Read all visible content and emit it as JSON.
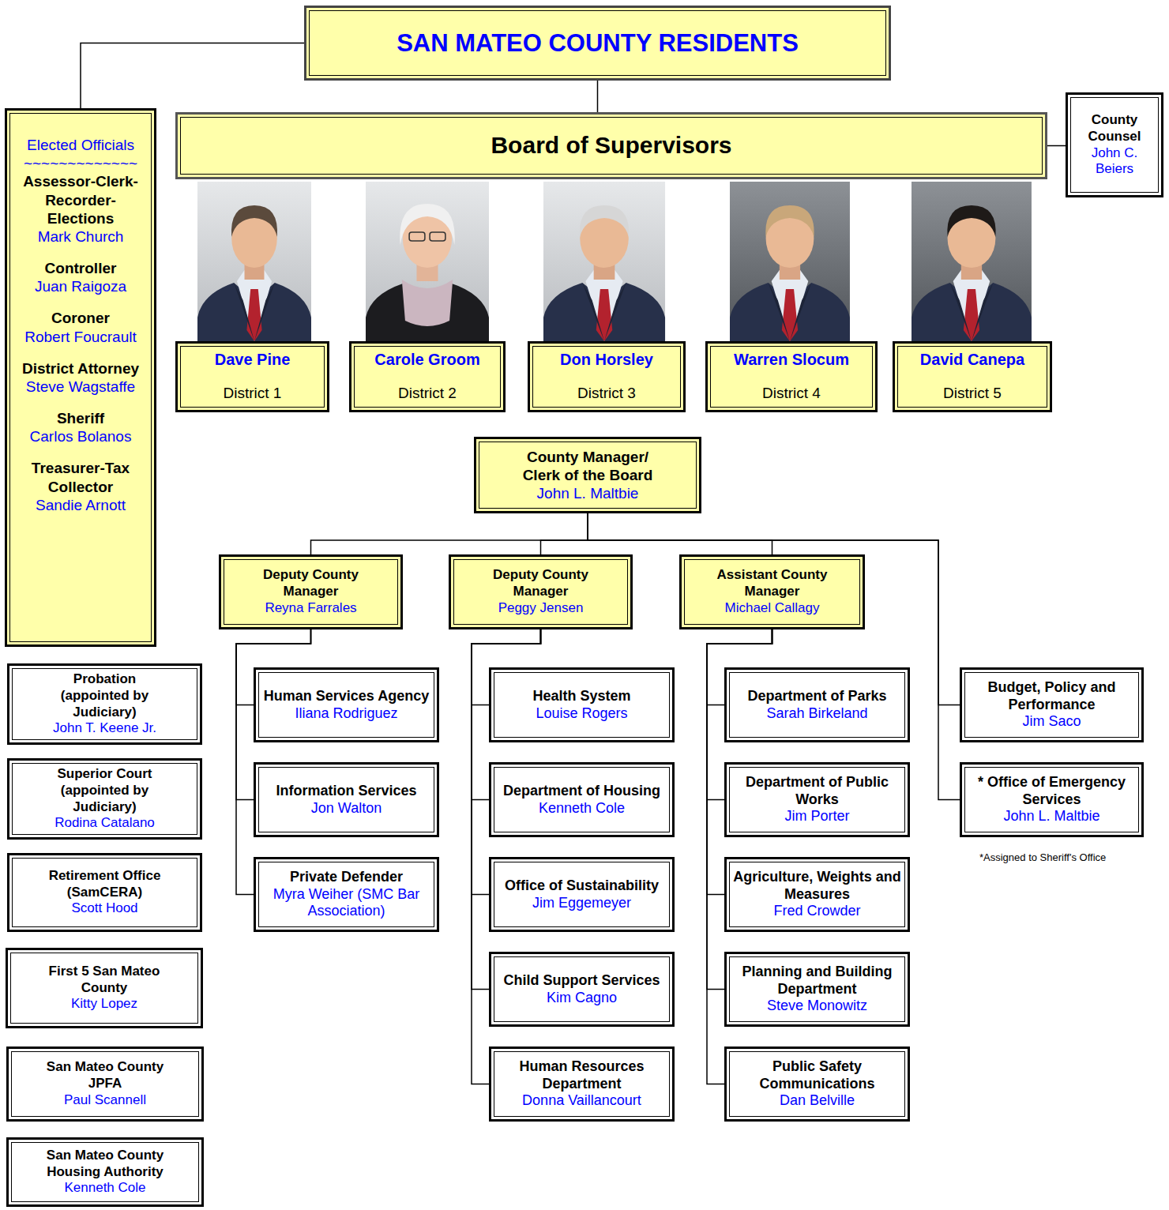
{
  "diagram": {
    "nodes": [
      {
        "text": [
          "SAN MATEO COUNTY RESIDENTS"
        ]
      },
      {
        "text": [
          "Elected Officials",
          "~~~~~~~~~~~~~",
          "Assessor-Clerk-Recorder-Elections",
          "Mark Church",
          "Controller",
          "Juan Raigoza",
          "Coroner",
          "Robert Foucrault",
          "District Attorney",
          "Steve Wagstaffe",
          "Sheriff",
          "Carlos Bolanos",
          "Treasurer-Tax Collector",
          "Sandie Arnott"
        ]
      },
      {
        "text": [
          "Board of Supervisors"
        ]
      },
      {
        "text": [
          "Dave Pine",
          "District 1"
        ]
      },
      {
        "text": [
          "Carole Groom",
          "District 2"
        ]
      },
      {
        "text": [
          "Don Horsley",
          "District 3"
        ]
      },
      {
        "text": [
          "Warren Slocum",
          "District 4"
        ]
      },
      {
        "text": [
          "David Canepa",
          "District 5"
        ]
      },
      {
        "text": [
          "County Counsel",
          "John C. Beiers"
        ]
      },
      {
        "text": [
          "County Manager/ Clerk of the Board",
          "John L. Maltbie"
        ]
      },
      {
        "text": [
          "Deputy County Manager",
          "Reyna Farrales"
        ]
      },
      {
        "text": [
          "Deputy County Manager",
          "Peggy Jensen"
        ]
      },
      {
        "text": [
          "Assistant County Manager",
          "Michael Callagy"
        ]
      },
      {
        "text": [
          "Human Services Agency",
          "Iliana Rodriguez"
        ]
      },
      {
        "text": [
          "Information Services",
          "Jon Walton"
        ]
      },
      {
        "text": [
          "Private Defender",
          "Myra Weiher (SMC Bar Association)"
        ]
      },
      {
        "text": [
          "Health System",
          "Louise Rogers"
        ]
      },
      {
        "text": [
          "Department of Housing",
          "Kenneth Cole"
        ]
      },
      {
        "text": [
          "Office of Sustainability",
          "Jim Eggemeyer"
        ]
      },
      {
        "text": [
          "Child Support Services",
          "Kim Cagno"
        ]
      },
      {
        "text": [
          "Human Resources Department",
          "Donna Vaillancourt"
        ]
      },
      {
        "text": [
          "Department of Parks",
          "Sarah Birkeland"
        ]
      },
      {
        "text": [
          "Department of Public Works",
          "Jim Porter"
        ]
      },
      {
        "text": [
          "Agriculture, Weights and Measures",
          "Fred Crowder"
        ]
      },
      {
        "text": [
          "Planning and Building Department",
          "Steve Monowitz"
        ]
      },
      {
        "text": [
          "Public Safety Communications",
          "Dan Belville"
        ]
      },
      {
        "text": [
          "Budget, Policy and Performance",
          "Jim Saco"
        ]
      },
      {
        "text": [
          "* Office of Emergency Services",
          "John L. Maltbie"
        ]
      },
      {
        "text": [
          "Probation (appointed by Judiciary)",
          "John T. Keene Jr."
        ]
      },
      {
        "text": [
          "Superior Court (appointed by Judiciary)",
          "Rodina Catalano"
        ]
      },
      {
        "text": [
          "Retirement Office (SamCERA)",
          "Scott Hood"
        ]
      },
      {
        "text": [
          "First 5 San Mateo County",
          "Kitty Lopez"
        ]
      },
      {
        "text": [
          "San Mateo County JPFA",
          "Paul Scannell"
        ]
      },
      {
        "text": [
          "San Mateo County Housing Authority",
          "Kenneth Cole"
        ]
      }
    ],
    "edges": [
      {
        "from": 0,
        "to": 1,
        "arrow": "none"
      },
      {
        "from": 0,
        "to": 2,
        "arrow": "none"
      },
      {
        "from": 2,
        "to": 8,
        "arrow": "none"
      },
      {
        "from": 9,
        "to": 10,
        "arrow": "none"
      },
      {
        "from": 9,
        "to": 11,
        "arrow": "none"
      },
      {
        "from": 9,
        "to": 12,
        "arrow": "none"
      },
      {
        "from": 9,
        "to": 26,
        "arrow": "none"
      },
      {
        "from": 9,
        "to": 27,
        "arrow": "none"
      },
      {
        "from": 10,
        "to": 13,
        "arrow": "none"
      },
      {
        "from": 10,
        "to": 14,
        "arrow": "none"
      },
      {
        "from": 10,
        "to": 15,
        "arrow": "none"
      },
      {
        "from": 11,
        "to": 16,
        "arrow": "none"
      },
      {
        "from": 11,
        "to": 17,
        "arrow": "none"
      },
      {
        "from": 11,
        "to": 18,
        "arrow": "none"
      },
      {
        "from": 11,
        "to": 19,
        "arrow": "none"
      },
      {
        "from": 11,
        "to": 20,
        "arrow": "none"
      },
      {
        "from": 12,
        "to": 21,
        "arrow": "none"
      },
      {
        "from": 12,
        "to": 22,
        "arrow": "none"
      },
      {
        "from": 12,
        "to": 23,
        "arrow": "none"
      },
      {
        "from": 12,
        "to": 24,
        "arrow": "none"
      },
      {
        "from": 12,
        "to": 25,
        "arrow": "none"
      }
    ],
    "labels": [
      "*Assigned to Sheriff's Office"
    ]
  }
}
